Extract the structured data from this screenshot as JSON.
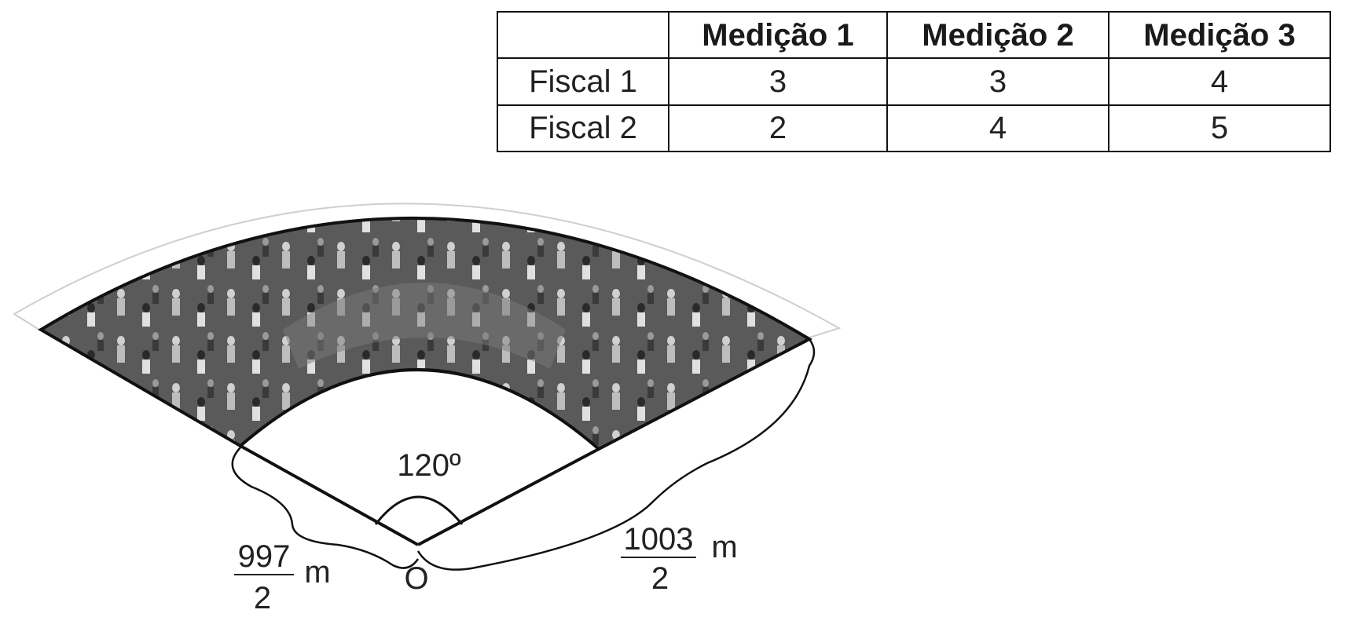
{
  "table": {
    "headers": [
      "",
      "Medição 1",
      "Medição 2",
      "Medição 3"
    ],
    "rows": [
      {
        "label": "Fiscal 1",
        "values": [
          "3",
          "3",
          "4"
        ]
      },
      {
        "label": "Fiscal 2",
        "values": [
          "2",
          "4",
          "5"
        ]
      }
    ]
  },
  "diagram": {
    "angle_label": "120º",
    "center_label": "O",
    "inner_radius": {
      "numerator": "997",
      "denominator": "2",
      "unit": "m"
    },
    "outer_radius": {
      "numerator": "1003",
      "denominator": "2",
      "unit": "m"
    },
    "colors": {
      "crowd_area": "#5a5a5a",
      "outline": "#111111",
      "light_strip": "#ffffff"
    }
  }
}
